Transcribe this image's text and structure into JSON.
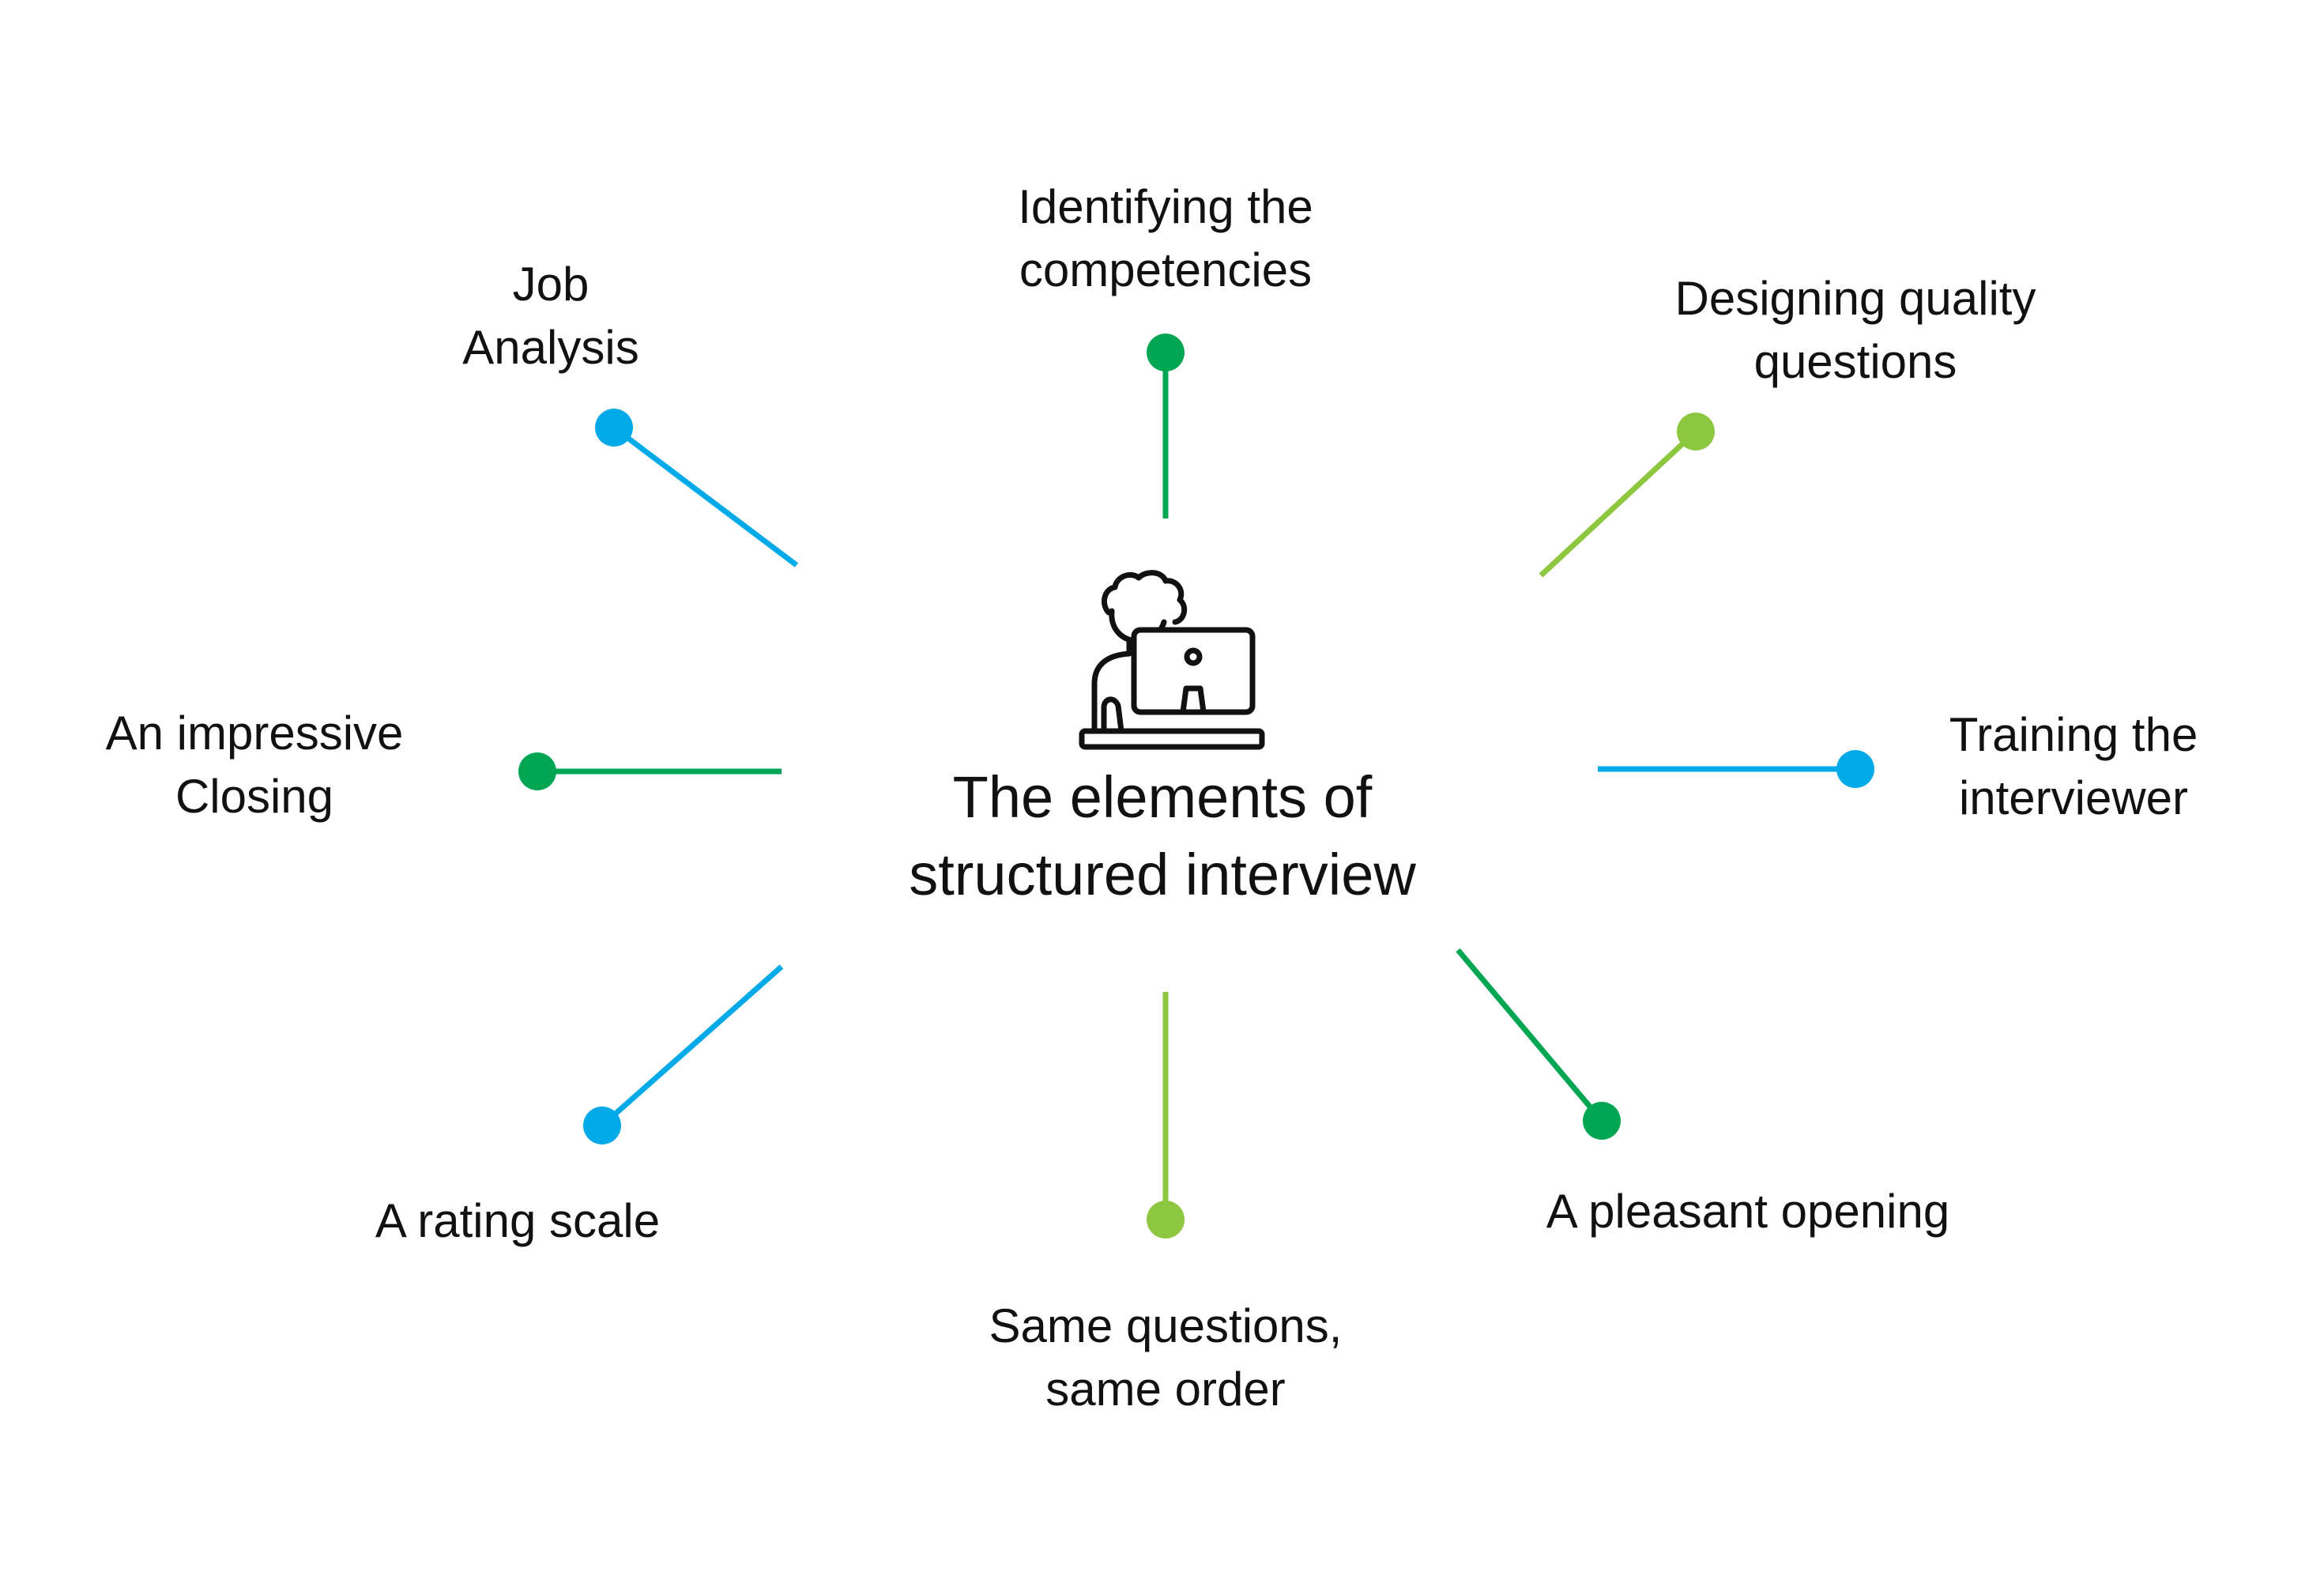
{
  "title": {
    "line1": "The elements of",
    "line2": "structured interview"
  },
  "hub_icon": "person-at-computer-icon",
  "colors": {
    "blue": "#00a9e8",
    "dark_green": "#00a651",
    "light_green": "#8dc63f",
    "text": "#111111"
  },
  "nodes": [
    {
      "id": "job-analysis",
      "lines": [
        "Job",
        "Analysis"
      ],
      "color": "blue"
    },
    {
      "id": "identifying-competencies",
      "lines": [
        "Identifying the",
        "competencies"
      ],
      "color": "dark_green"
    },
    {
      "id": "designing-questions",
      "lines": [
        "Designing quality",
        "questions"
      ],
      "color": "light_green"
    },
    {
      "id": "training-interviewer",
      "lines": [
        "Training the",
        "interviewer"
      ],
      "color": "blue"
    },
    {
      "id": "pleasant-opening",
      "lines": [
        "A pleasant opening"
      ],
      "color": "dark_green"
    },
    {
      "id": "same-questions",
      "lines": [
        "Same questions,",
        "same order"
      ],
      "color": "light_green"
    },
    {
      "id": "rating-scale",
      "lines": [
        "A rating scale"
      ],
      "color": "blue"
    },
    {
      "id": "impressive-closing",
      "lines": [
        "An impressive",
        "Closing"
      ],
      "color": "dark_green"
    }
  ]
}
